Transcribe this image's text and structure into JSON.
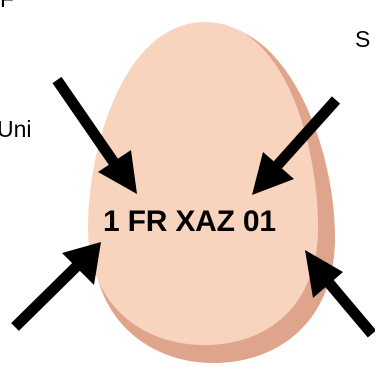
{
  "egg": {
    "code": "1 FR XAZ 01",
    "shell_color": "#f8d4bf",
    "shadow_color": "#dea58c"
  },
  "labels": {
    "top_left": "F",
    "left": "Uni",
    "top_right": "S"
  },
  "arrows": {
    "color": "#000000",
    "count": 4
  }
}
